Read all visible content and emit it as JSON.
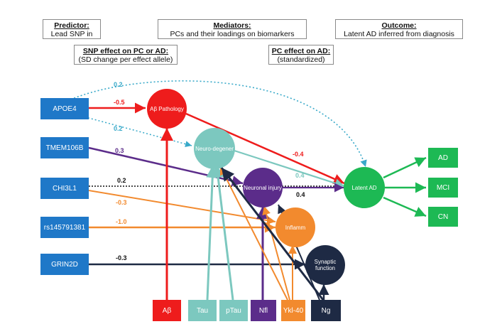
{
  "headers": {
    "predictor": {
      "title": "Predictor:",
      "sub": "Lead SNP in"
    },
    "mediators": {
      "title": "Mediators:",
      "sub": "PCs and their loadings on biomarkers"
    },
    "outcome": {
      "title": "Outcome:",
      "sub": "Latent AD inferred from diagnosis"
    },
    "snp_effect": {
      "title": "SNP effect on PC or AD:",
      "sub": "(SD change per effect allele)"
    },
    "pc_effect": {
      "title": "PC effect on AD:",
      "sub": "(standardized)"
    }
  },
  "snps": [
    "APOE4",
    "TMEM106B",
    "CHI3L1",
    "rs145791381",
    "GRIN2D"
  ],
  "pcs": {
    "abeta": "Aβ Pathology",
    "neurodegen": "Neuro-degener",
    "neuronal_injury": "Neuronal injury",
    "inflamm": "Inflamm",
    "synaptic": "Synaptic function"
  },
  "latent": "Latent AD",
  "outcomes": [
    "AD",
    "MCI",
    "CN"
  ],
  "biomarkers": {
    "abeta": "Aβ",
    "tau": "Tau",
    "ptau": "pTau",
    "nfl": "Nfl",
    "ykl40": "Ykl-40",
    "ng": "Ng"
  },
  "edge_labels": {
    "apoe4_latent": "0.2",
    "apoe4_abeta": "-0.5",
    "apoe4_neurodegen": "0.2",
    "tmem_neuronal": "0.3",
    "chi3l1_latent": "0.2",
    "chi3l1_inflamm": "-0.3",
    "rs_inflamm": "-1.0",
    "grin_synaptic": "-0.3",
    "abeta_latent": "-0.4",
    "neurodegen_latent": "0.4",
    "neuronal_latent": "0.4"
  },
  "colors": {
    "blue": "#1f78c8",
    "red": "#ee1c1c",
    "teal": "#7cc8bf",
    "purple": "#5b2c8a",
    "orange": "#f28a2e",
    "navy": "#1e2a44",
    "green": "#1db954",
    "dotted_teal": "#38a9c9"
  }
}
